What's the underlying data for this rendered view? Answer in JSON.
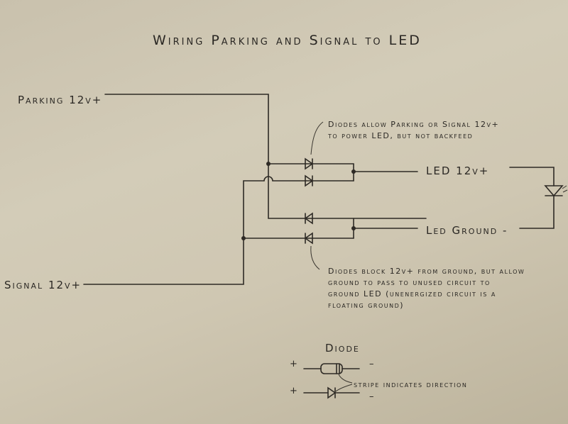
{
  "title": "Wiring Parking and Signal to LED",
  "labels": {
    "parking": "Parking 12v+",
    "signal": "Signal 12v+",
    "led_pos": "LED 12v+",
    "led_gnd": "Led Ground -"
  },
  "notes": {
    "diode_feed": "Diodes allow Parking or Signal 12v+\nto power LED, but not backfeed",
    "diode_ground": "Diodes block 12v+ from ground, but allow\nground to pass to unused circuit to\nground LED (unenergized circuit is a\nfloating ground)"
  },
  "legend": {
    "title": "Diode",
    "stripe_note": "stripe indicates direction",
    "plus": "+",
    "minus": "–"
  }
}
